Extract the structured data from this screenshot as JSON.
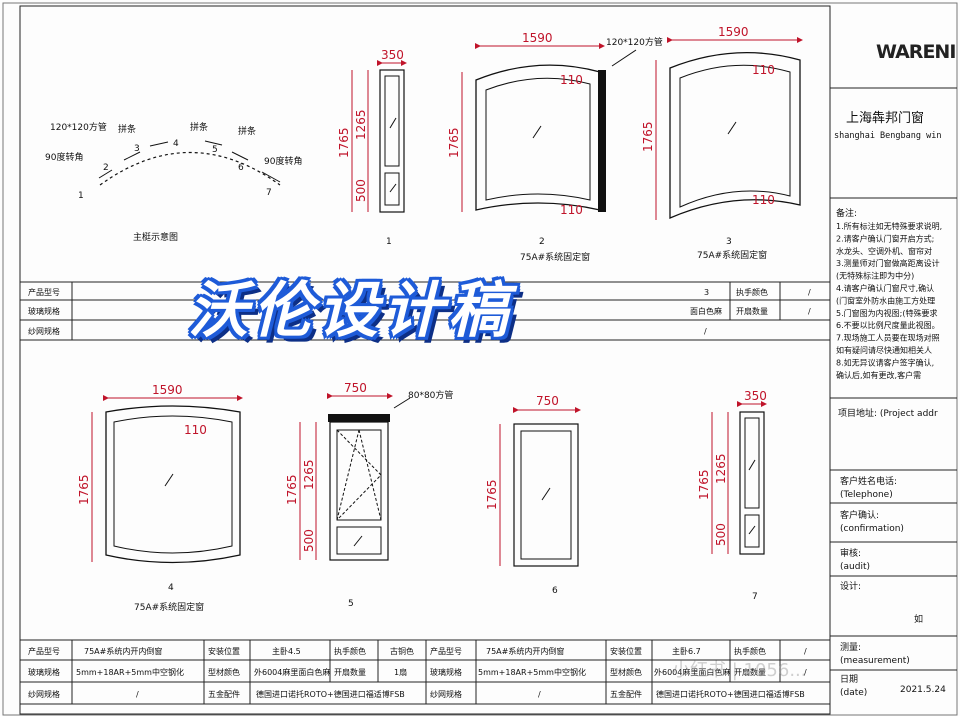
{
  "colors": {
    "dimension": "#c0142a",
    "line": "#111111",
    "banner_fill": "#ffffff",
    "banner_outline": "#1e5bd8",
    "frame": "#eeeeee"
  },
  "banner": {
    "text": "沃伦设计稿"
  },
  "watermark": {
    "text": "小红书 | 1056..."
  },
  "top_labels": {
    "pipe_label": "120*120方管",
    "pipe_label_1": "120*120方管",
    "pipe_label_2": "80*80方管"
  },
  "arc_diagram": {
    "caption": "主梃示意图",
    "pipe_label": "120*120方管",
    "splice_label": "拼条",
    "corner_label": "90度转角",
    "segments": [
      "1",
      "2",
      "3",
      "4",
      "5",
      "6",
      "7"
    ]
  },
  "windows": [
    {
      "id": "1",
      "width": "350",
      "height": "1765",
      "top_h": "1265",
      "bottom_h": "500",
      "label": "1",
      "type": ""
    },
    {
      "id": "2",
      "width": "1590",
      "height": "1765",
      "inner": "110",
      "inner_b": "110",
      "label": "2",
      "type": "75A#系统固定窗"
    },
    {
      "id": "3",
      "width": "1590",
      "height": "1765",
      "inner": "110",
      "inner_b": "110",
      "label": "3",
      "type": "75A#系统固定窗"
    },
    {
      "id": "4",
      "width": "1590",
      "height": "1765",
      "inner": "110",
      "label": "4",
      "type": "75A#系统固定窗"
    },
    {
      "id": "5",
      "width": "750",
      "height": "1765",
      "top_h": "1265",
      "bottom_h": "500",
      "label": "5",
      "type": ""
    },
    {
      "id": "6",
      "width": "750",
      "height": "1765",
      "label": "6",
      "type": ""
    },
    {
      "id": "7",
      "width": "350",
      "height": "1765",
      "top_h": "1265",
      "bottom_h": "500",
      "label": "7",
      "type": ""
    }
  ],
  "table_top": {
    "rows": [
      {
        "head": "产品型号",
        "val_mid": "3",
        "mid_label": "执手颜色",
        "mid_val": "/"
      },
      {
        "head": "玻璃规格",
        "val_mid": "面白色麻",
        "mid_label": "开扇数量",
        "mid_val": "/"
      },
      {
        "head": "纱网规格",
        "val_mid": "/",
        "mid_label": "",
        "mid_val": ""
      }
    ]
  },
  "table_bottom": {
    "left": [
      {
        "c1": "产品型号",
        "c2": "75A#系统内开内倒窗",
        "c3": "安装位置",
        "c4": "主卧4.5",
        "c5": "执手颜色",
        "c6": "古铜色"
      },
      {
        "c1": "玻璃规格",
        "c2": "5mm+18AR+5mm中空钢化",
        "c3": "型材颜色",
        "c4": "外6004麻里面白色麻",
        "c5": "开扇数量",
        "c6": "1扇"
      },
      {
        "c1": "纱网规格",
        "c2": "/",
        "c3": "五金配件",
        "c4": "德国进口诺托ROTO+德国进口福适博FSB",
        "c5": "",
        "c6": ""
      }
    ],
    "right": [
      {
        "c1": "产品型号",
        "c2": "75A#系统内开内倒窗",
        "c3": "安装位置",
        "c4": "主卧6.7",
        "c5": "执手颜色",
        "c6": "/"
      },
      {
        "c1": "玻璃规格",
        "c2": "5mm+18AR+5mm中空钢化",
        "c3": "型材颜色",
        "c4": "外6004麻里面白色麻",
        "c5": "开扇数量",
        "c6": "/"
      },
      {
        "c1": "纱网规格",
        "c2": "/",
        "c3": "五金配件",
        "c4": "德国进口诺托ROTO+德国进口福适博FSB",
        "c5": "",
        "c6": ""
      }
    ]
  },
  "sidebar": {
    "logo": "WARENI",
    "company_cn": "上海犇邦门窗",
    "company_en": "shanghai Bengbang win",
    "notes_title": "备注:",
    "notes": [
      "1.所有标注如无特殊要求说明,",
      "2.请客户确认门窗开启方式;",
      "  水龙头、空调外机、窗帘对",
      "3.测量师对门窗做高距离设计",
      "  (无特殊标注即为中分)",
      "4.请客户确认门窗尺寸,确认",
      "  (门窗室外防水由施工方处理",
      "5.门窗图为内视图;(特殊要求",
      "6.不要以比例尺度量此视图。",
      "7.现场施工人员要在现场对照",
      "  如有疑问请尽快通知相关人",
      "8.如无异议请客户签字确认,",
      "  确认后,如有更改,客户需"
    ],
    "project_addr": "项目地址: (Project addr",
    "customer_name": "客户姓名电话:",
    "telephone": "(Telephone)",
    "customer_confirm": "客户确认:",
    "confirmation": "(confirmation)",
    "audit_cn": "审核:",
    "audit_en": "(audit)",
    "design_cn": "设计:",
    "design_name": "如",
    "measure_cn": "测量:",
    "measurement": "(measurement)",
    "date_cn": "日期",
    "date_en": "(date)",
    "date_val": "2021.5.24"
  }
}
